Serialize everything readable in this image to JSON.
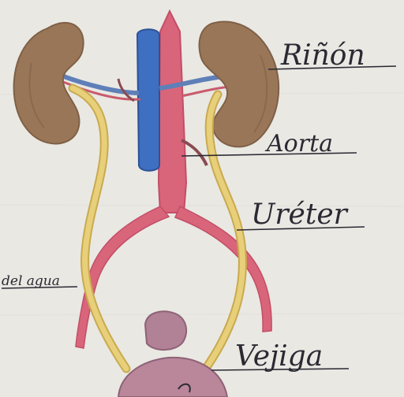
{
  "labels": {
    "rinon": "Riñón",
    "aorta": "Aorta",
    "ureter": "Uréter",
    "vejiga": "Vejiga",
    "del_agua": "del agua"
  },
  "colors": {
    "paper": "#e9e8e3",
    "kidney": "#9a7658",
    "kidney_shade": "#7f6046",
    "aorta": "#d9657a",
    "vena_cava": "#3f6fc0",
    "ureter": "#e8cf7a",
    "bladder": "#b9869a",
    "ink": "#2b2a33"
  }
}
